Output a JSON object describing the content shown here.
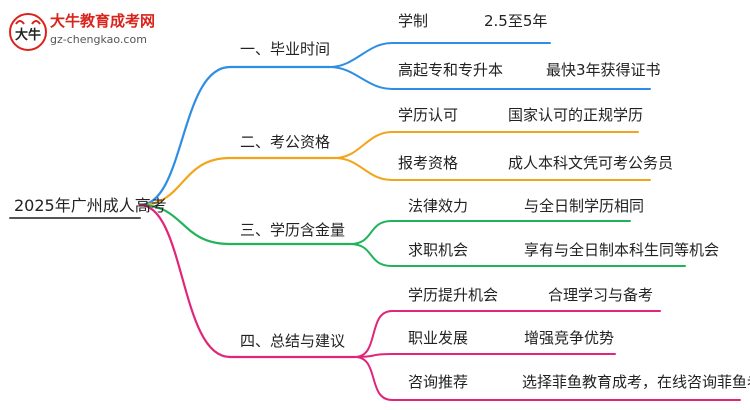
{
  "logo": {
    "title": "大牛教育成考网",
    "url": "gz-chengkao.com",
    "mark_text": "大牛"
  },
  "colors": {
    "blue": "#2f8ee3",
    "orange": "#f2a51c",
    "green": "#21b35a",
    "magenta": "#e0257a",
    "root_line": "#555555"
  },
  "root": {
    "label": "2025年广州成人高考"
  },
  "branches": [
    {
      "label": "一、毕业时间",
      "color_key": "blue",
      "leaves": [
        {
          "key": "学制",
          "value": "2.5至5年"
        },
        {
          "key": "高起专和专升本",
          "value": "最快3年获得证书"
        }
      ]
    },
    {
      "label": "二、考公资格",
      "color_key": "orange",
      "leaves": [
        {
          "key": "学历认可",
          "value": "国家认可的正规学历"
        },
        {
          "key": "报考资格",
          "value": "成人本科文凭可考公务员"
        }
      ]
    },
    {
      "label": "三、学历含金量",
      "color_key": "green",
      "leaves": [
        {
          "key": "法律效力",
          "value": "与全日制学历相同"
        },
        {
          "key": "求职机会",
          "value": "享有与全日制本科生同等机会"
        }
      ]
    },
    {
      "label": "四、总结与建议",
      "color_key": "magenta",
      "leaves": [
        {
          "key": "学历提升机会",
          "value": "合理学习与备考"
        },
        {
          "key": "职业发展",
          "value": "增强竞争优势"
        },
        {
          "key": "咨询推荐",
          "value": "选择菲鱼教育成考，在线咨询菲鱼老师"
        }
      ]
    }
  ]
}
